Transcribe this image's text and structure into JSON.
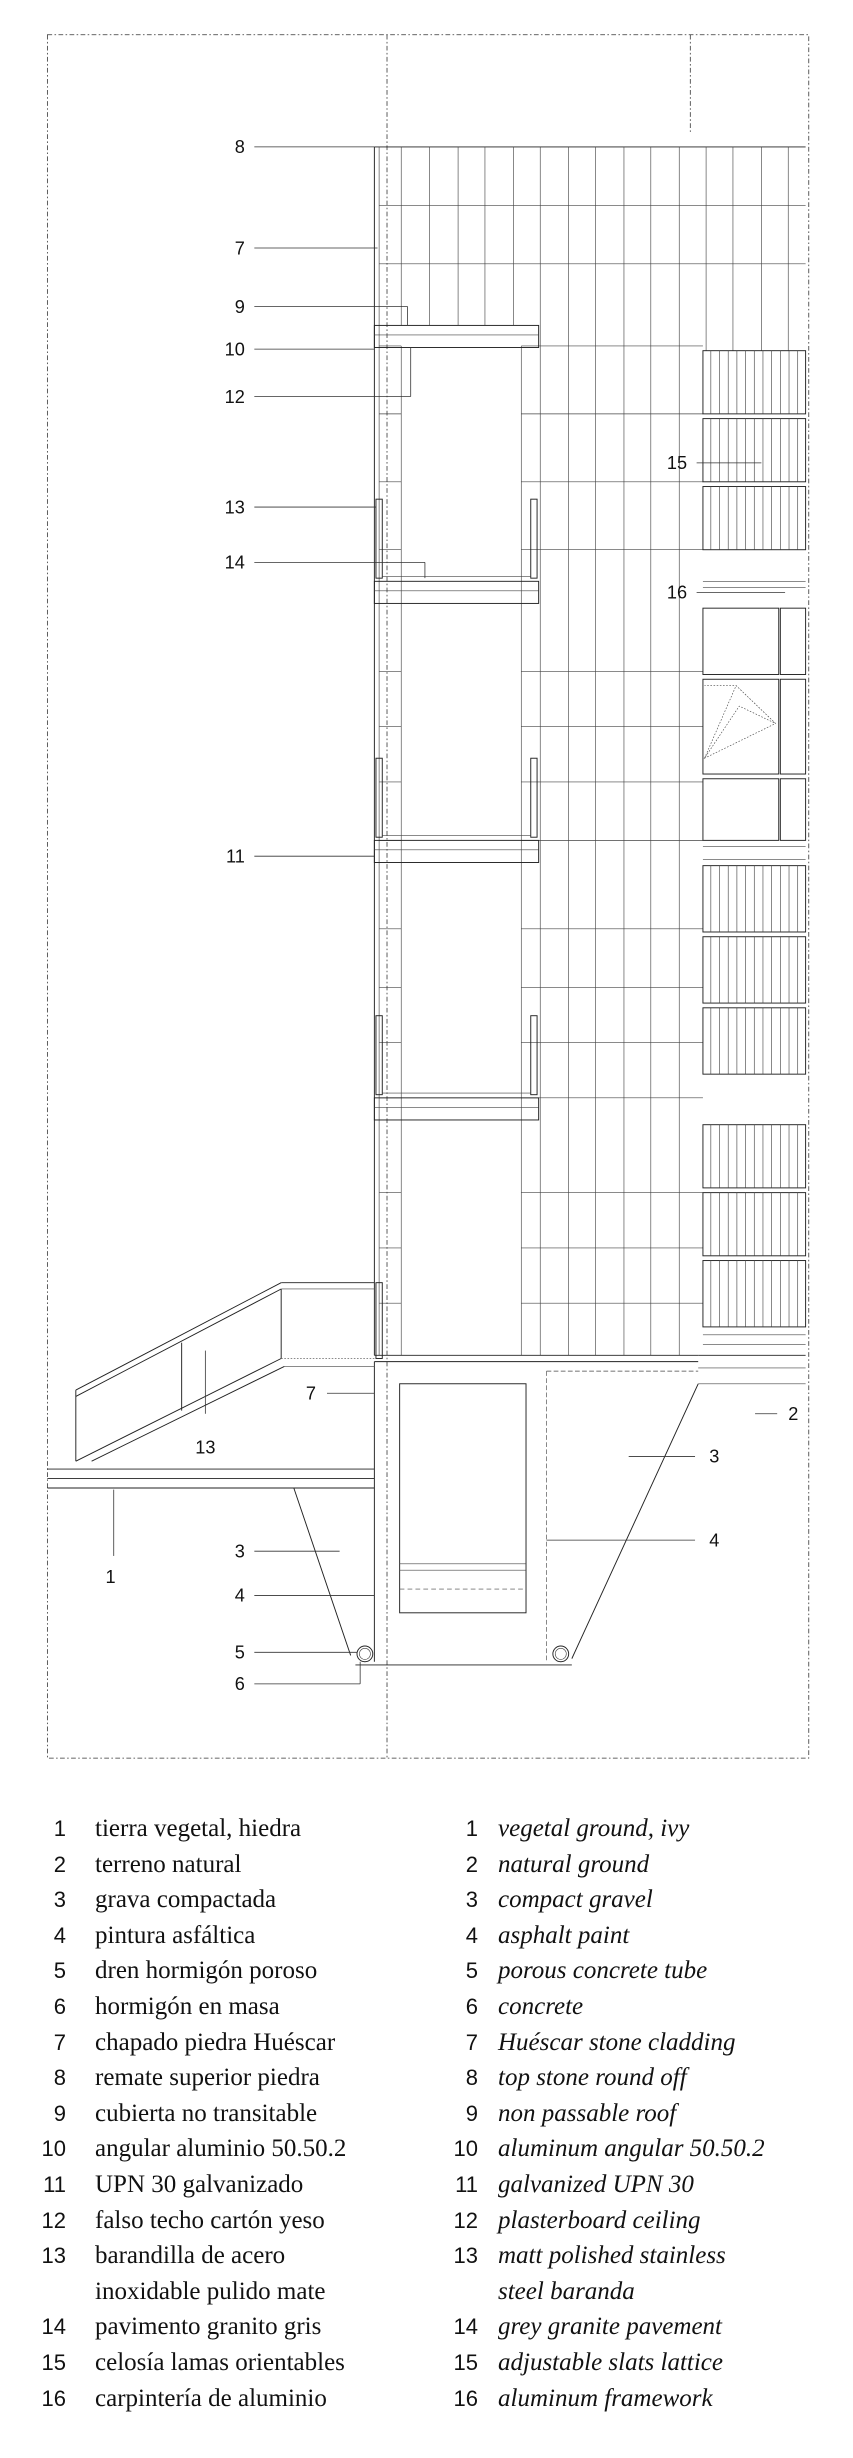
{
  "callouts": {
    "c8": "8",
    "c7": "7",
    "c9": "9",
    "c10": "10",
    "c12": "12",
    "c13": "13",
    "c14": "14",
    "c11": "11",
    "c15": "15",
    "c16": "16",
    "c7b": "7",
    "c13b": "13",
    "c2": "2",
    "c3a": "3",
    "c1": "1",
    "c3b": "3",
    "c4a": "4",
    "c4b": "4",
    "c5": "5",
    "c6": "6"
  },
  "legend": [
    {
      "n": "1",
      "es": "tierra vegetal, hiedra",
      "en": "vegetal ground, ivy"
    },
    {
      "n": "2",
      "es": "terreno natural",
      "en": "natural ground"
    },
    {
      "n": "3",
      "es": "grava compactada",
      "en": "compact gravel"
    },
    {
      "n": "4",
      "es": "pintura asfáltica",
      "en": "asphalt paint"
    },
    {
      "n": "5",
      "es": "dren hormigón poroso",
      "en": "porous concrete tube"
    },
    {
      "n": "6",
      "es": "hormigón en masa",
      "en": "concrete"
    },
    {
      "n": "7",
      "es": "chapado piedra Huéscar",
      "en": "Huéscar stone cladding"
    },
    {
      "n": "8",
      "es": "remate superior piedra",
      "en": "top stone round off"
    },
    {
      "n": "9",
      "es": "cubierta no transitable",
      "en": "non passable roof"
    },
    {
      "n": "10",
      "es": "angular aluminio 50.50.2",
      "en": "aluminum angular 50.50.2"
    },
    {
      "n": "11",
      "es": "UPN 30 galvanizado",
      "en": "galvanized UPN 30"
    },
    {
      "n": "12",
      "es": "falso techo cartón yeso",
      "en": "plasterboard ceiling"
    },
    {
      "n": "13",
      "es": "barandilla de acero",
      "en": "matt polished stainless"
    },
    {
      "n": "",
      "es": "inoxidable pulido mate",
      "en": "steel baranda"
    },
    {
      "n": "14",
      "es": "pavimento granito gris",
      "en": "grey granite pavement"
    },
    {
      "n": "15",
      "es": "celosía lamas orientables",
      "en": "adjustable slats lattice"
    },
    {
      "n": "16",
      "es": "carpintería de aluminio",
      "en": "aluminum framework"
    }
  ]
}
